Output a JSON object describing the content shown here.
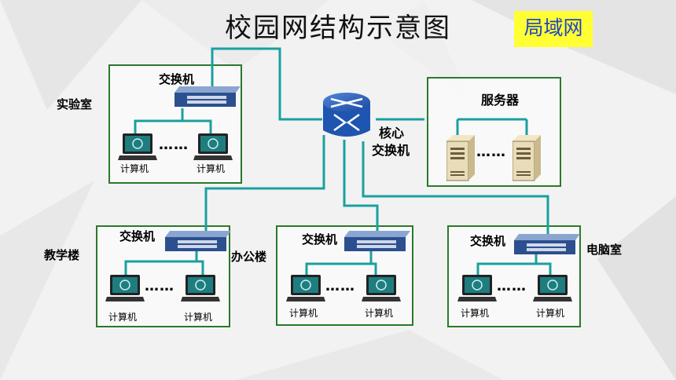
{
  "title": "校园网结构示意图",
  "badge": "局域网",
  "core": {
    "label_line1": "核心",
    "label_line2": "交换机"
  },
  "buildings": {
    "lab": "实验室",
    "teaching": "教学楼",
    "office": "办公楼",
    "computer_room": "电脑室",
    "server": "服务器"
  },
  "labels": {
    "switch": "交换机",
    "computer": "计算机",
    "ellipsis": "……"
  },
  "colors": {
    "link": "#1aa0a0",
    "box_border": "#2a7a2a",
    "badge_bg": "#ffff33",
    "badge_text": "#1f43c9"
  }
}
